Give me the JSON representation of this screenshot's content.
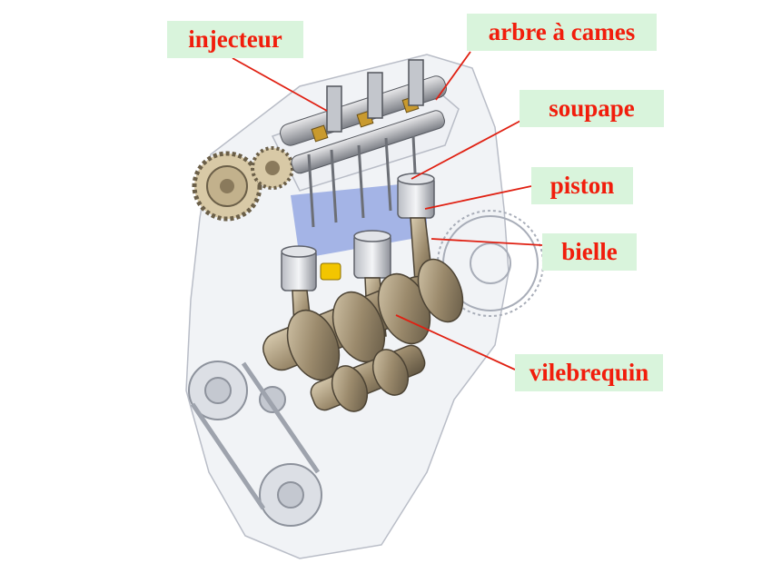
{
  "labels": {
    "injecteur": "injecteur",
    "arbre_a_cames": "arbre à cames",
    "soupape": "soupape",
    "piston": "piston",
    "bielle": "bielle",
    "vilebrequin": "vilebrequin"
  },
  "colors": {
    "label_background": "#d9f4dc",
    "label_text": "#f11d0c",
    "leader_lines": "#e02012",
    "engine_block": "#e6e9ef",
    "metal": "#9b8a6c",
    "combustion_chamber": "#8a9fe0"
  }
}
